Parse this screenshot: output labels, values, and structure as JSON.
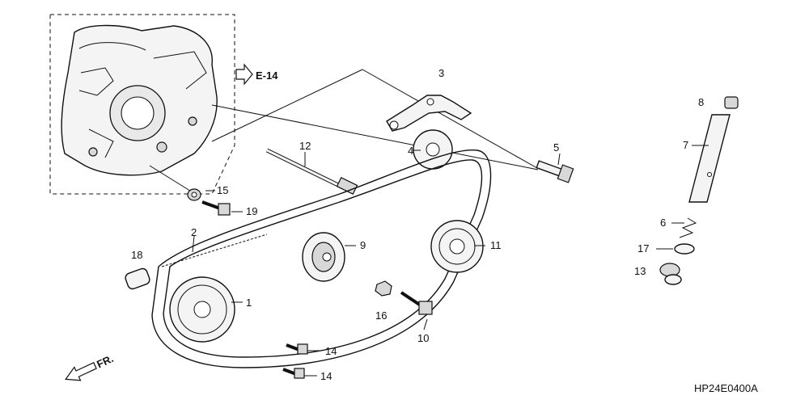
{
  "diagram": {
    "callout_labels": [
      "1",
      "2",
      "3",
      "4",
      "5",
      "6",
      "7",
      "8",
      "9",
      "10",
      "11",
      "12",
      "13",
      "14",
      "14",
      "15",
      "16",
      "17",
      "18",
      "19"
    ],
    "ref_label": "E-14",
    "direction_label": "FR.",
    "code": "HP24E0400A"
  }
}
